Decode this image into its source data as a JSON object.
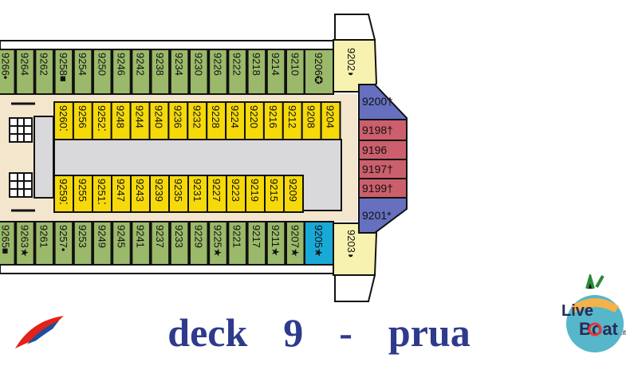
{
  "title": "deck  9  -  prua",
  "colors": {
    "balcony": "#9bb96a",
    "interior": "#f5d90a",
    "corridor": "#f3e6cd",
    "suite": "#f8f2b0",
    "bow_blue": "#6670bf",
    "bow_red": "#cc5f6c",
    "special": "#19a9d6",
    "title": "#2e3a8c"
  },
  "top_row": [
    "9266•",
    "9264",
    "9262",
    "9258■",
    "9254",
    "9250",
    "9246",
    "9242",
    "9238",
    "9234",
    "9230",
    "9226",
    "9222",
    "9218",
    "9214",
    "9210",
    "9206✪"
  ],
  "inner_top_row": [
    "9260⁚",
    "9256",
    "9252⁚",
    "9248",
    "9244",
    "9240",
    "9236",
    "9232",
    "9228",
    "9224",
    "9220",
    "9216",
    "9212",
    "9208",
    "9204"
  ],
  "inner_bottom_row": [
    "9259⁚",
    "9255",
    "9251⁚",
    "9247",
    "9243",
    "9239",
    "9235",
    "9231",
    "9227",
    "9223",
    "9219",
    "9215",
    "9209"
  ],
  "bottom_row": [
    "9265■",
    "9263★",
    "9261",
    "9257•",
    "9253",
    "9249",
    "9245",
    "9241",
    "9237",
    "9233",
    "9229",
    "9225★",
    "9221",
    "9217",
    "9211★",
    "9207★",
    "9205★"
  ],
  "forward_suites": {
    "port": "9202◗",
    "starboard": "9203◗"
  },
  "bow_cabins": [
    {
      "label": "9200†",
      "color": "blue"
    },
    {
      "label": "9198†",
      "color": "red"
    },
    {
      "label": "9196",
      "color": "red"
    },
    {
      "label": "9197†",
      "color": "red"
    },
    {
      "label": "9199†",
      "color": "red"
    },
    {
      "label": "9201*",
      "color": "blue"
    }
  ],
  "logos": {
    "left": "Carnival",
    "right": "Live Boat.it"
  }
}
